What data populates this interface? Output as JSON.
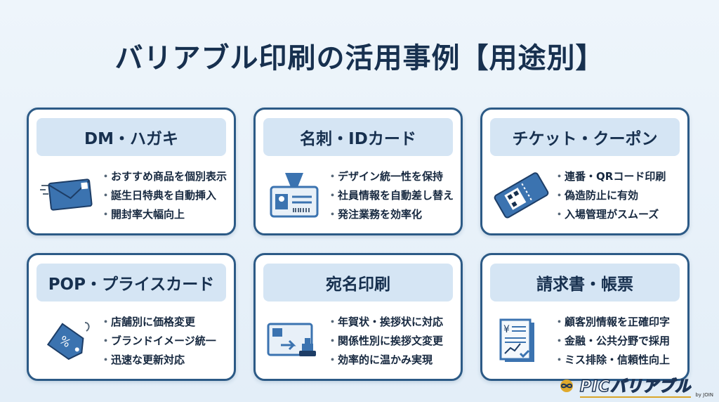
{
  "title": "バリアブル印刷の活用事例【用途別】",
  "cards": [
    {
      "heading": "DM・ハガキ",
      "icon": "envelope-icon",
      "items": [
        "おすすめ商品を個別表示",
        "誕生日特典を自動挿入",
        "開封率大幅向上"
      ]
    },
    {
      "heading": "名刺・IDカード",
      "icon": "id-card-icon",
      "items": [
        "デザイン統一性を保持",
        "社員情報を自動差し替え",
        "発注業務を効率化"
      ]
    },
    {
      "heading": "チケット・クーポン",
      "icon": "ticket-icon",
      "items": [
        "連番・QRコード印刷",
        "偽造防止に有効",
        "入場管理がスムーズ"
      ]
    },
    {
      "heading": "POP・プライスカード",
      "icon": "price-tag-icon",
      "items": [
        "店舗別に価格変更",
        "ブランドイメージ統一",
        "迅速な更新対応"
      ]
    },
    {
      "heading": "宛名印刷",
      "icon": "address-label-icon",
      "items": [
        "年賀状・挨拶状に対応",
        "関係性別に挨拶文変更",
        "効率的に温かみ実現"
      ]
    },
    {
      "heading": "請求書・帳票",
      "icon": "invoice-icon",
      "items": [
        "顧客別情報を正確印字",
        "金融・公共分野で採用",
        "ミス排除・信頼性向上"
      ]
    }
  ],
  "logo": {
    "text": "PICバリアブル",
    "by": "by JOIN"
  },
  "colors": {
    "accent": "#2c5a86",
    "header_bg": "#d5e5f4",
    "icon_blue": "#3b73b0"
  }
}
